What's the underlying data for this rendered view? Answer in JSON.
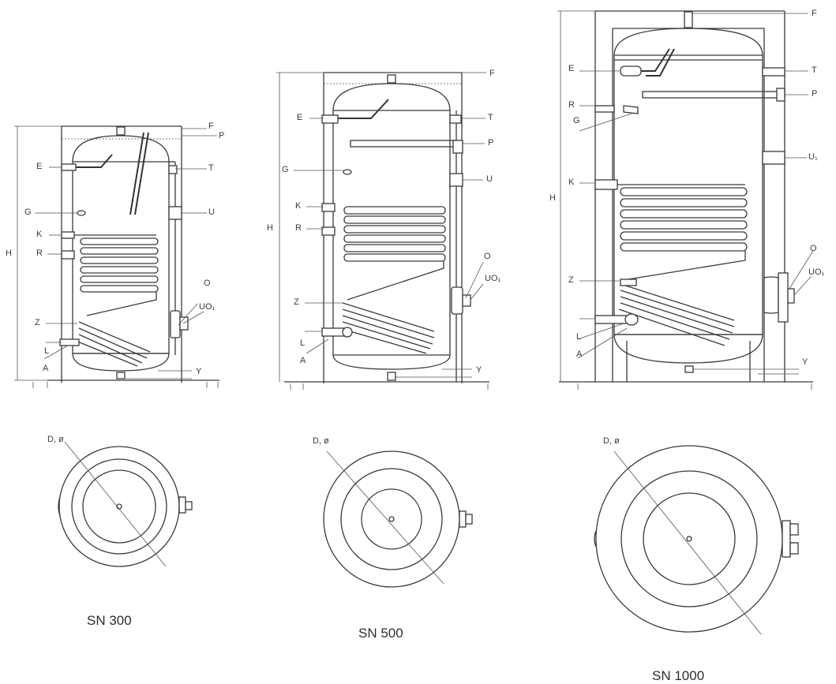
{
  "units": [
    {
      "caption": "SN 300",
      "labels": {
        "F": "F",
        "P": "P",
        "T": "T",
        "U": "U",
        "O": "O",
        "UO": "UO₁",
        "Y": "Y",
        "E": "E",
        "G": "G",
        "K": "K",
        "R": "R",
        "Z": "Z",
        "L": "L",
        "A": "A",
        "H": "H",
        "D": "D, ø"
      }
    },
    {
      "caption": "SN 500",
      "labels": {
        "F": "F",
        "P": "P",
        "T": "T",
        "U": "U",
        "O": "O",
        "UO": "UO₁",
        "Y": "Y",
        "E": "E",
        "G": "G",
        "K": "K",
        "R": "R",
        "Z": "Z",
        "L": "L",
        "A": "A",
        "H": "H",
        "D": "D, ø"
      }
    },
    {
      "caption": "SN 1000",
      "labels": {
        "F": "F",
        "P": "P",
        "T": "T",
        "U": "U₁",
        "O": "O",
        "UO": "UO₁",
        "Y": "Y",
        "E": "E",
        "G": "G",
        "K": "K",
        "R": "R",
        "Z": "Z",
        "L": "L",
        "A": "A",
        "H": "H",
        "D": "D, ø"
      }
    }
  ]
}
